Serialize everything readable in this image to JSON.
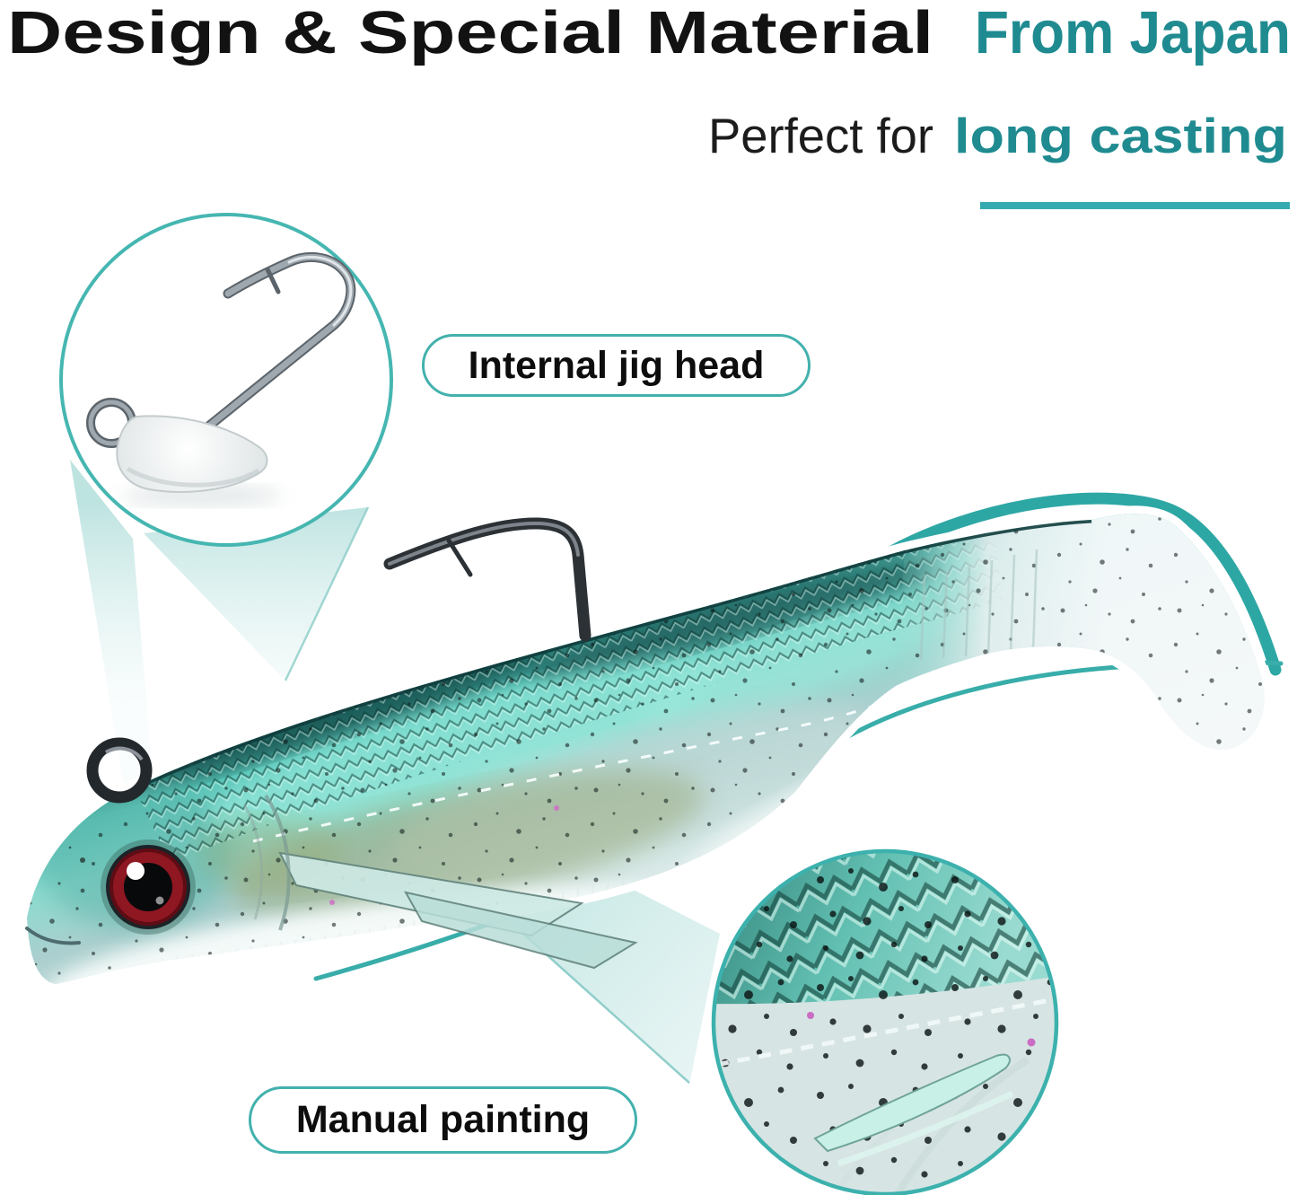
{
  "title": {
    "main": "Design & Special Material",
    "highlight": "From Japan"
  },
  "subtitle": {
    "main": "Perfect for",
    "highlight": "long casting"
  },
  "callouts": {
    "jig_head_label": "Internal jig head",
    "painting_label": "Manual painting"
  },
  "colors": {
    "accent_text": "#1f8b90",
    "accent_line": "#3ab0ad",
    "title_color": "#121212",
    "underline_bar": "#35abb0",
    "beam_tint": "#d8efed",
    "eye_red": "#8e1722",
    "body_teal": "#5cc8bb",
    "belly_white": "#f4f9f8"
  }
}
